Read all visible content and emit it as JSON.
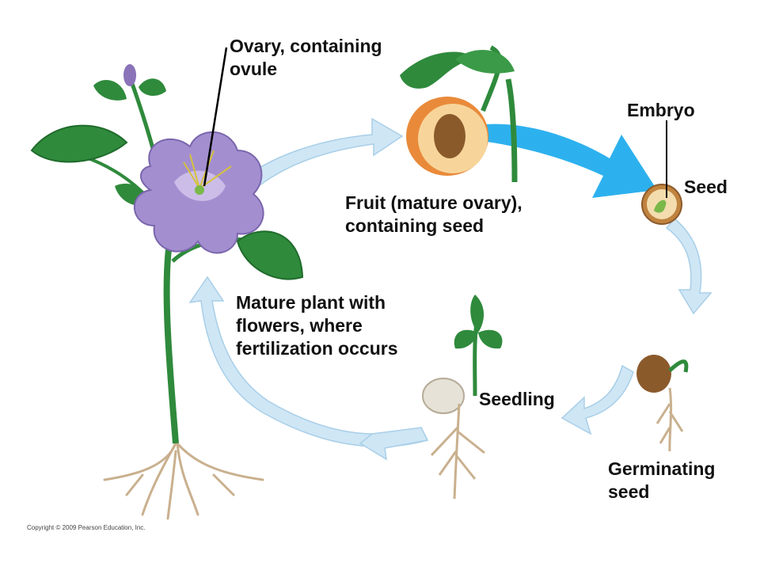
{
  "labels": {
    "ovary": [
      "Ovary, containing",
      "ovule"
    ],
    "embryo": "Embryo",
    "seed": "Seed",
    "fruit": [
      "Fruit (mature ovary),",
      "containing seed"
    ],
    "mature_plant": [
      "Mature plant with",
      "flowers, where",
      "fertilization occurs"
    ],
    "seedling": "Seedling",
    "germinating": [
      "Germinating",
      "seed"
    ]
  },
  "copyright": "Copyright © 2009 Pearson Education, Inc.",
  "colors": {
    "cycle_arrow": "#cfe6f5",
    "cycle_arrow_stroke": "#a8cfe8",
    "zoom_arrow": "#2db1ee",
    "leaf": "#2f8a3c",
    "leaf_dark": "#1f6b2b",
    "petal": "#a38fd0",
    "fruit_flesh": "#f7d59a",
    "fruit_skin": "#e98a3a",
    "root": "#c9b08e"
  }
}
